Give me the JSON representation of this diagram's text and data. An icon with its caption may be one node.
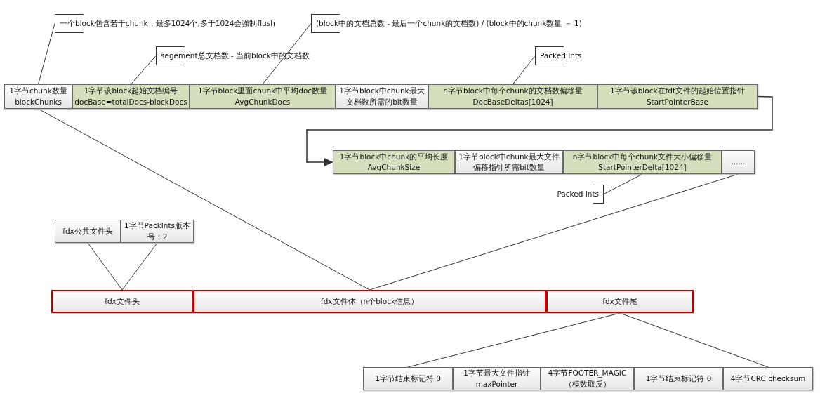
{
  "diagram": {
    "nodes": [
      {
        "text": [
          "一个block包含若干chunk，最多1024个,多于1024会强制flush"
        ]
      },
      {
        "text": [
          "(block中的文档总数 - 最后一个chunk的文档数) / (block中的chunk数量 － 1)"
        ]
      },
      {
        "text": [
          "segement总文档数 - 当前block中的文档数"
        ]
      },
      {
        "text": [
          "Packed Ints"
        ]
      },
      {
        "text": [
          "1字节chunk数量",
          "blockChunks"
        ]
      },
      {
        "text": [
          "1字节该block起始文档编号",
          "docBase=totalDocs-blockDocs"
        ]
      },
      {
        "text": [
          "1字节block里面chunk中平均doc数量",
          "AvgChunkDocs"
        ]
      },
      {
        "text": [
          "1字节block中chunk最大文档数所需的bit数量"
        ]
      },
      {
        "text": [
          "n字节block中每个chunk的文档数偏移量",
          "DocBaseDeltas[1024]"
        ]
      },
      {
        "text": [
          "1字节该block在fdt文件的起始位置指针",
          "StartPointerBase"
        ]
      },
      {
        "text": [
          "1字节block中chunk的平均长度",
          "AvgChunkSize"
        ]
      },
      {
        "text": [
          "1字节block中chunk最大文件偏移指针所需bit数量"
        ]
      },
      {
        "text": [
          "n字节block中每个chunk文件大小偏移量",
          "StartPointerDelta[1024]"
        ]
      },
      {
        "text": [
          "......"
        ]
      },
      {
        "text": [
          "Packed Ints"
        ]
      },
      {
        "text": [
          "fdx公共文件头"
        ]
      },
      {
        "text": [
          "1字节PackInts版本号：2"
        ]
      },
      {
        "text": [
          "fdx文件头"
        ]
      },
      {
        "text": [
          "fdx文件体（n个block信息）"
        ]
      },
      {
        "text": [
          "fdx文件尾"
        ]
      },
      {
        "text": [
          "1字节结束标记符 0"
        ]
      },
      {
        "text": [
          "1字节最大文件指针",
          "maxPointer"
        ]
      },
      {
        "text": [
          "4字节FOOTER_MAGIC",
          "（模数取反）"
        ]
      },
      {
        "text": [
          "1字节结束标记符 0"
        ]
      },
      {
        "text": [
          "4字节CRC checksum"
        ]
      }
    ],
    "edges": [
      {
        "from": 0,
        "to": 4,
        "arrow": "none"
      },
      {
        "from": 2,
        "to": 5,
        "arrow": "none"
      },
      {
        "from": 1,
        "to": 6,
        "arrow": "none"
      },
      {
        "from": 3,
        "to": 8,
        "arrow": "none"
      },
      {
        "from": 14,
        "to": 12,
        "arrow": "none"
      },
      {
        "from": 9,
        "to": 10,
        "arrow": "to"
      },
      {
        "from": 18,
        "to": 4,
        "arrow": "none"
      },
      {
        "from": 18,
        "to": 13,
        "arrow": "none"
      },
      {
        "from": 15,
        "to": 17,
        "arrow": "none"
      },
      {
        "from": 16,
        "to": 17,
        "arrow": "none"
      },
      {
        "from": 19,
        "to": 20,
        "arrow": "none"
      },
      {
        "from": 19,
        "to": 24,
        "arrow": "none"
      }
    ]
  }
}
